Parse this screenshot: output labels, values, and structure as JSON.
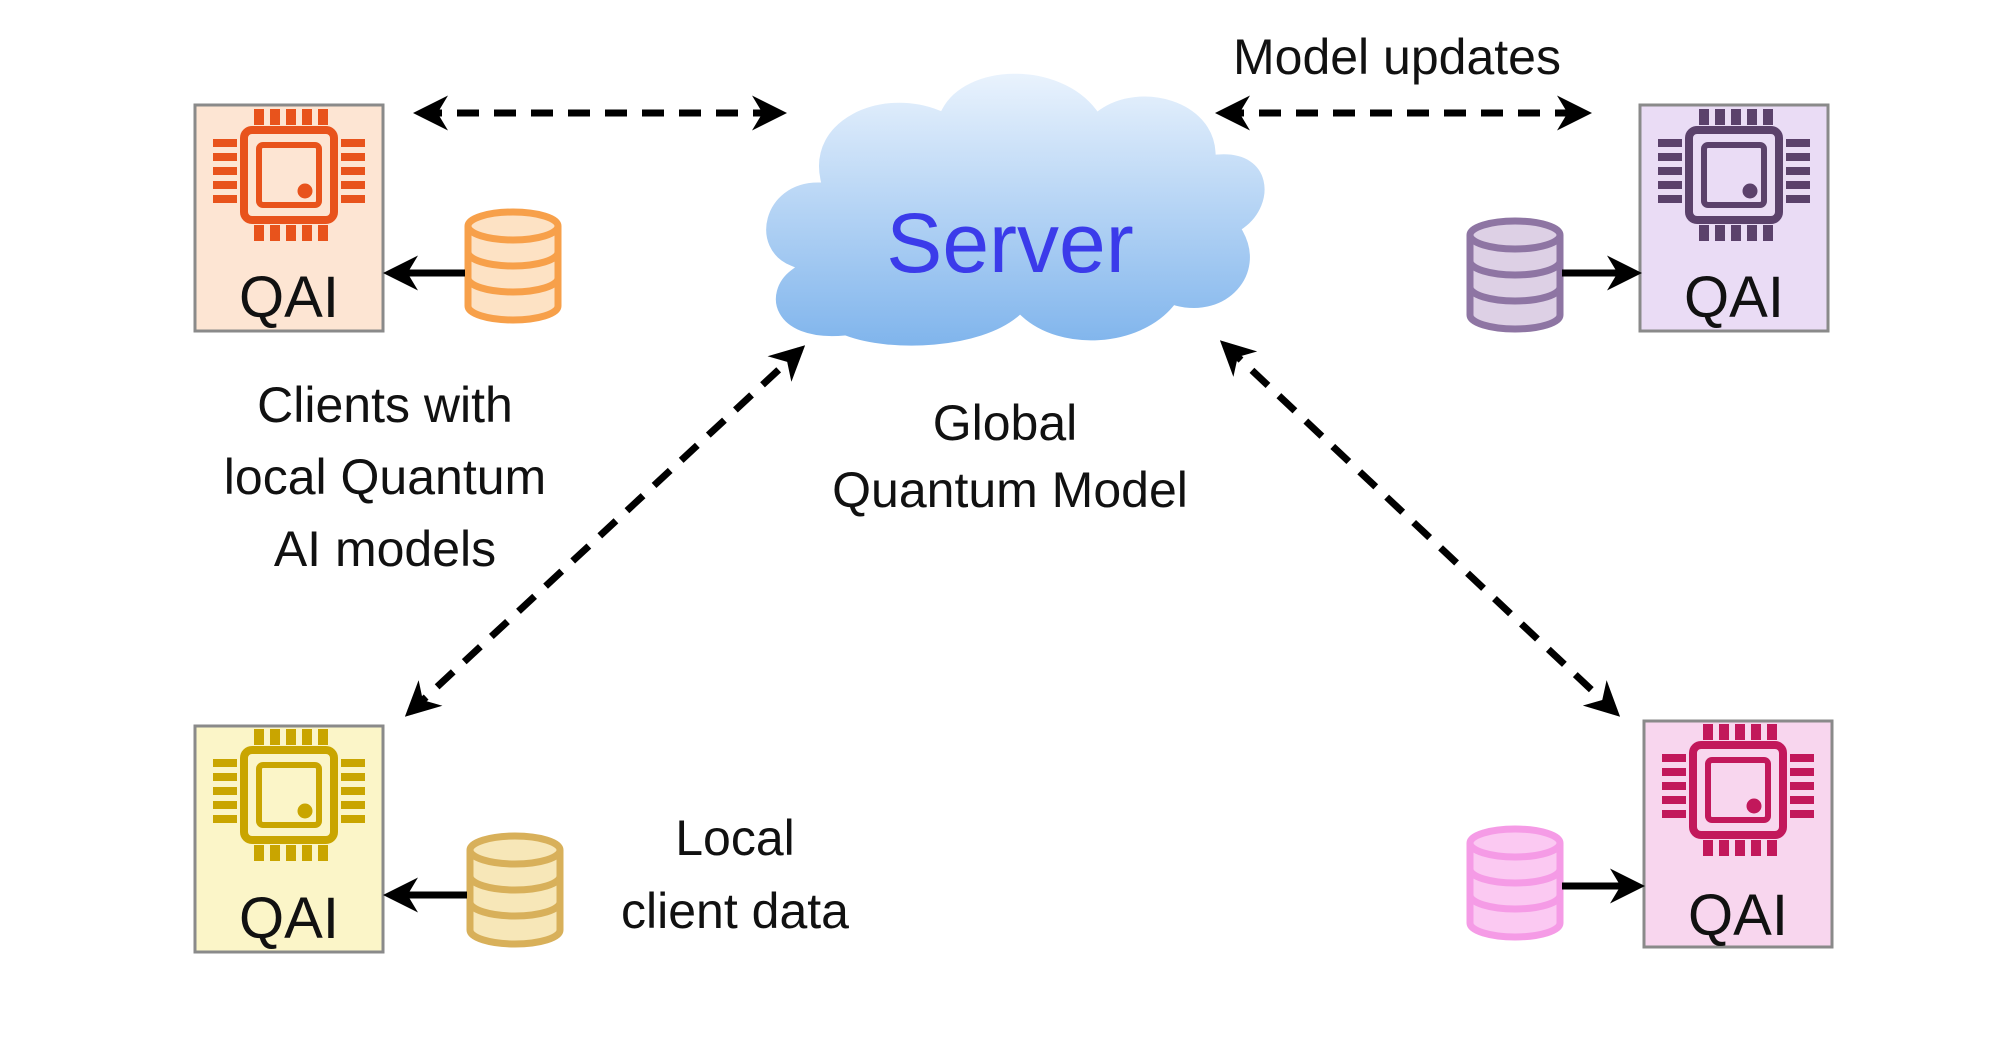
{
  "server": {
    "label": "Server",
    "caption_line1": "Global",
    "caption_line2": "Quantum Model",
    "text_color": "#3b3bea"
  },
  "annotations": {
    "model_updates": "Model updates",
    "clients_line1": "Clients with",
    "clients_line2": "local Quantum",
    "clients_line3": "AI models",
    "local_data_line1": "Local",
    "local_data_line2": "client data"
  },
  "clients": [
    {
      "label": "QAI",
      "chip_color": "#e8531c",
      "box_fill": "#fde5d3",
      "db_color": "#f7a04a",
      "db_fill": "#fde2c4",
      "chip_icon": "chip-icon",
      "db_icon": "database-icon"
    },
    {
      "label": "QAI",
      "chip_color": "#5b416b",
      "box_fill": "#eadcf5",
      "db_color": "#8e75a3",
      "db_fill": "#ddd0e5",
      "chip_icon": "chip-icon",
      "db_icon": "database-icon"
    },
    {
      "label": "QAI",
      "chip_color": "#c9a500",
      "box_fill": "#fbf5c8",
      "db_color": "#d8b05a",
      "db_fill": "#f7e7b8",
      "chip_icon": "chip-icon",
      "db_icon": "database-icon"
    },
    {
      "label": "QAI",
      "chip_color": "#c2185b",
      "box_fill": "#f8d6ee",
      "db_color": "#f59be6",
      "db_fill": "#fbc9f2",
      "chip_icon": "chip-icon",
      "db_icon": "database-icon"
    }
  ]
}
